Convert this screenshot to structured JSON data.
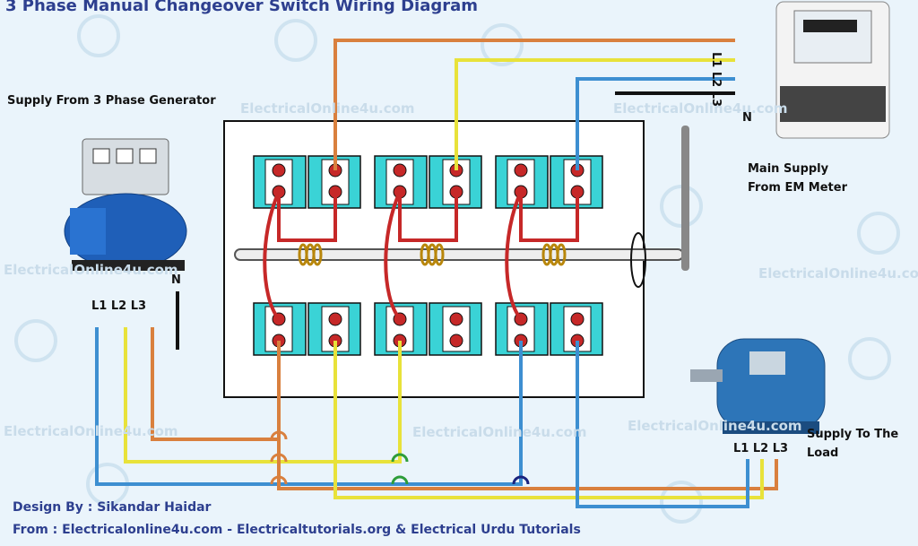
{
  "title": "3 Phase Manual Changeover Switch Wiring Diagram",
  "labels": {
    "generator": "Supply From 3 Phase Generator",
    "meter": "Main Supply From EM Meter",
    "load": "Supply To The Load",
    "neutral_gen": "N",
    "neutral_meter": "N",
    "gen_phases": "L1 L2 L3",
    "meter_phases": "L1 L2 L3",
    "load_phases": "L1 L2 L3"
  },
  "watermark": "ElectricalOnline4u.com",
  "credits": {
    "design": "Design By : Sikandar Haidar",
    "from": "From : Electricalonline4u.com - Electricaltutorials.org & Electrical Urdu Tutorials"
  },
  "colors": {
    "background": "#eaf4fb",
    "phase1_wire": "#d9803e",
    "phase2_wire": "#e8e23a",
    "phase3_wire": "#3d8fd1",
    "link_wire": "#c62828",
    "neutral_wire": "#111111",
    "terminal_block": "#3ad3d6",
    "title_text": "#2d3f8f"
  },
  "icons": [
    "generator-icon",
    "energy-meter-icon",
    "motor-icon"
  ]
}
